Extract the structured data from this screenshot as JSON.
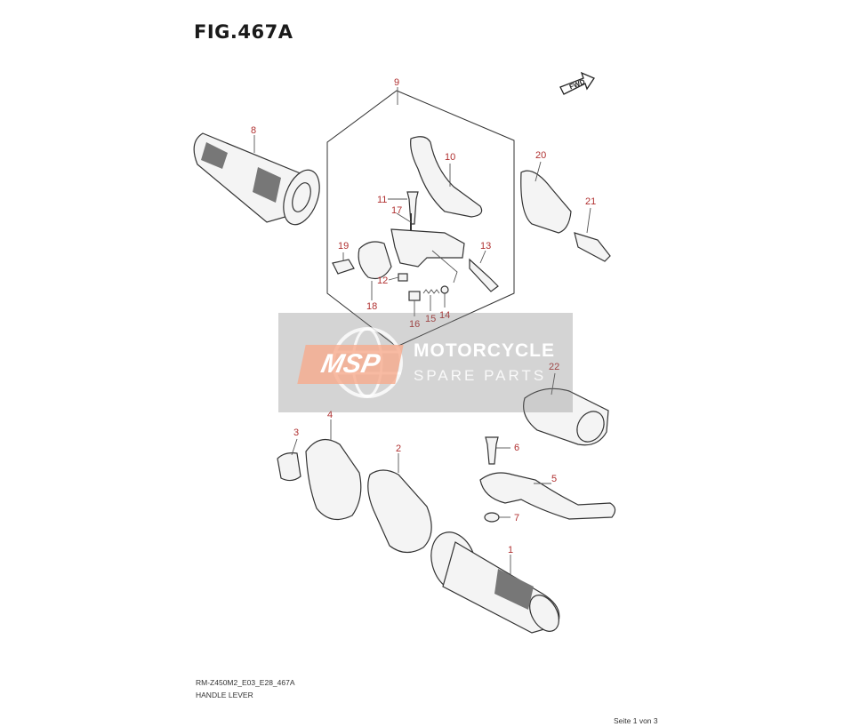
{
  "figure": {
    "title": "FIG.467A",
    "model_code": "RM-Z450M2_E03_E28_467A",
    "section_name": "HANDLE LEVER",
    "page_indicator": "Seite 1 von 3",
    "fwd_label": "FWD"
  },
  "watermark": {
    "logo": "MSP",
    "line1": "MOTORCYCLE",
    "line2": "SPARE PARTS"
  },
  "callouts": [
    "1",
    "2",
    "3",
    "4",
    "5",
    "6",
    "7",
    "8",
    "9",
    "10",
    "11",
    "12",
    "13",
    "14",
    "15",
    "16",
    "17",
    "18",
    "19",
    "20",
    "21",
    "22"
  ],
  "colors": {
    "callout": "#b03030",
    "line": "#333333",
    "watermark_accent": "#f6aa8c"
  }
}
